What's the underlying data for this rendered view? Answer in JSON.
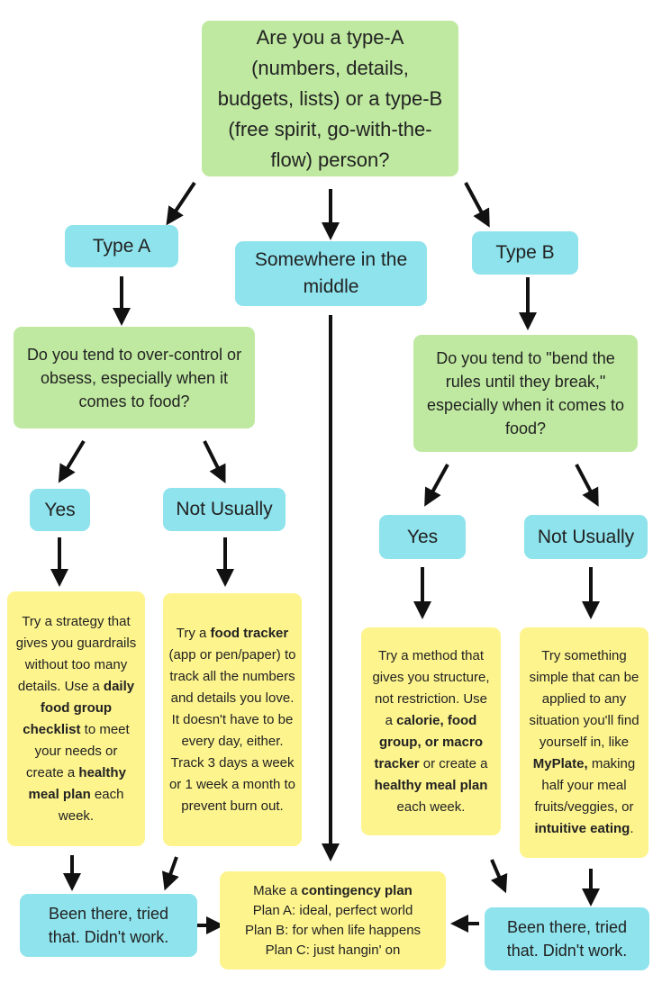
{
  "start": "Are you a type-A (numbers, details, budgets, lists) or a type-B (free spirit, go-with-the-flow) person?",
  "type_a": "Type A",
  "middle": "Somewhere in the middle",
  "type_b": "Type B",
  "q_a": "Do you tend to over-control or obsess, especially when it comes to food?",
  "q_b": "Do you tend to \"bend the rules until they break,\" especially when it comes to food?",
  "a_yes": "Yes",
  "a_no": "Not Usually",
  "b_yes": "Yes",
  "b_no": "Not Usually",
  "rec_a_yes": {
    "t1": "Try a strategy that gives you guardrails without too many details. Use a ",
    "b1": "daily food group checklist",
    "t2": " to meet your needs or create a ",
    "b2": "healthy meal plan",
    "t3": " each week."
  },
  "rec_a_no": {
    "t1": "Try a ",
    "b1": "food tracker",
    "t2": " (app or pen/paper) to track all the numbers and details you love. It doesn't have to be every day, either. Track 3 days a week or 1 week a month to prevent burn out."
  },
  "rec_b_yes": {
    "t1": "Try a method that gives you structure, not restriction. Use a ",
    "b1": "calorie, food group, or macro tracker",
    "t2": " or create a ",
    "b2": "healthy meal plan",
    "t3": " each week."
  },
  "rec_b_no": {
    "t1": "Try something simple that can be applied to any situation you'll find yourself in, like ",
    "b1": "MyPlate,",
    "t2": " making half your meal fruits/veggies, or ",
    "b2": "intuitive eating",
    "t3": "."
  },
  "fail_left": "Been there, tried that. Didn't work.",
  "fail_right": "Been there, tried that. Didn't work.",
  "contingency": {
    "t1": "Make a ",
    "b1": "contingency plan",
    "plan_a": "Plan A: ideal, perfect world",
    "plan_b": "Plan B:  for when life happens",
    "plan_c": "Plan C: just hangin' on"
  }
}
